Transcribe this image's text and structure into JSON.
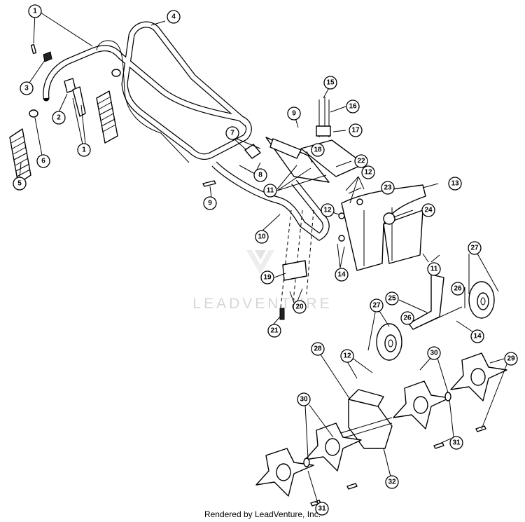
{
  "watermark": {
    "text": "LEADVENTURE",
    "logo": "leadventure-logo"
  },
  "footer": {
    "text": "Rendered by LeadVenture, Inc."
  },
  "colors": {
    "line": "#000000",
    "watermark": "#d6d6d6",
    "background": "#ffffff"
  },
  "callouts": [
    {
      "label": "1"
    },
    {
      "label": "2"
    },
    {
      "label": "3"
    },
    {
      "label": "4"
    },
    {
      "label": "5"
    },
    {
      "label": "6"
    },
    {
      "label": "1"
    },
    {
      "label": "7"
    },
    {
      "label": "8"
    },
    {
      "label": "9"
    },
    {
      "label": "9"
    },
    {
      "label": "10"
    },
    {
      "label": "11"
    },
    {
      "label": "11"
    },
    {
      "label": "12"
    },
    {
      "label": "12"
    },
    {
      "label": "12"
    },
    {
      "label": "13"
    },
    {
      "label": "14"
    },
    {
      "label": "14"
    },
    {
      "label": "15"
    },
    {
      "label": "16"
    },
    {
      "label": "17"
    },
    {
      "label": "18"
    },
    {
      "label": "19"
    },
    {
      "label": "20"
    },
    {
      "label": "21"
    },
    {
      "label": "22"
    },
    {
      "label": "23"
    },
    {
      "label": "24"
    },
    {
      "label": "25"
    },
    {
      "label": "26"
    },
    {
      "label": "26"
    },
    {
      "label": "27"
    },
    {
      "label": "27"
    },
    {
      "label": "28"
    },
    {
      "label": "29"
    },
    {
      "label": "30"
    },
    {
      "label": "30"
    },
    {
      "label": "31"
    },
    {
      "label": "31"
    },
    {
      "label": "32"
    }
  ]
}
